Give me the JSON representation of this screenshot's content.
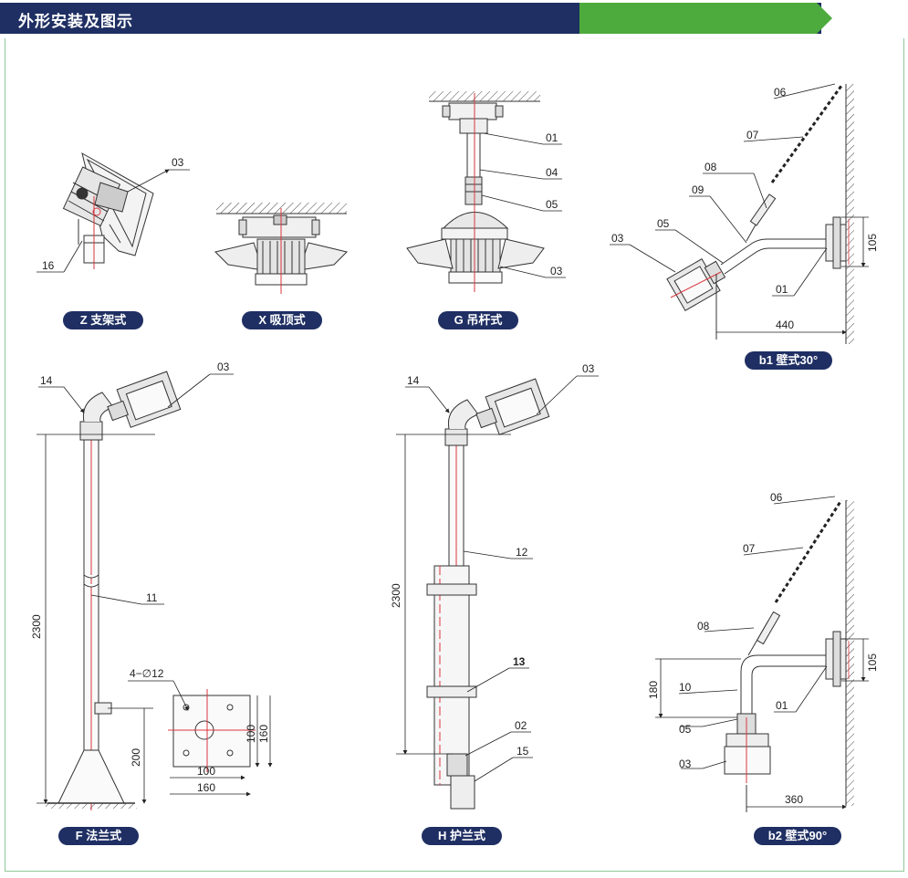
{
  "header": {
    "title": "外形安装及图示",
    "colors": {
      "navy": "#1f2f63",
      "green": "#4dab3d",
      "frame_green": "#8fc79a",
      "centerline_red": "#d9363e"
    }
  },
  "captions": {
    "z": "Z 支架式",
    "x": "X 吸顶式",
    "g": "G 吊杆式",
    "b1": "b1 壁式30°",
    "f": "F 法兰式",
    "h": "H 护兰式",
    "b2": "b2 壁式90°"
  },
  "z_view": {
    "callouts": [
      "03",
      "16"
    ]
  },
  "g_view": {
    "callouts": [
      "01",
      "04",
      "05",
      "03"
    ]
  },
  "b1_view": {
    "callouts": [
      "06",
      "07",
      "08",
      "09",
      "05",
      "03",
      "01"
    ],
    "dims": [
      "105",
      "440"
    ]
  },
  "f_view": {
    "callouts": [
      "14",
      "03",
      "11"
    ],
    "dims": [
      "2300",
      "200",
      "100",
      "160",
      "100",
      "160"
    ],
    "hole_label": "4−∅12"
  },
  "h_view": {
    "callouts": [
      "14",
      "03",
      "12",
      "13",
      "02",
      "15"
    ],
    "dims": [
      "2300"
    ]
  },
  "b2_view": {
    "callouts": [
      "06",
      "07",
      "08",
      "10",
      "05",
      "03",
      "01"
    ],
    "dims": [
      "105",
      "180",
      "360"
    ]
  }
}
